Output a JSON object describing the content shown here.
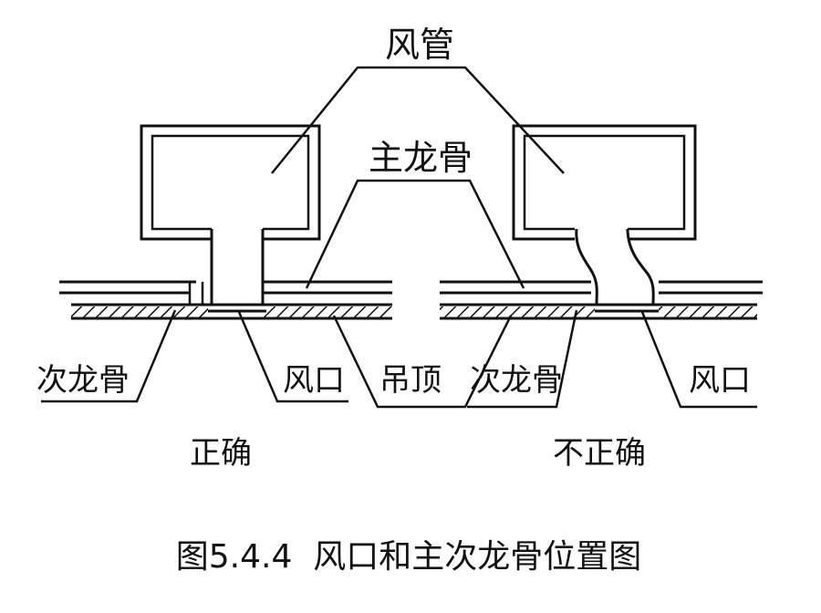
{
  "labels": {
    "duct": "风管",
    "main_keel": "主龙骨",
    "secondary_keel_left": "次龙骨",
    "air_outlet_left": "风口",
    "ceiling": "吊顶",
    "secondary_keel_right": "次龙骨",
    "air_outlet_right": "风口",
    "correct": "正确",
    "incorrect": "不正确"
  },
  "caption": "图5.4.4  风口和主次龙骨位置图",
  "colors": {
    "ink": "#111111",
    "background": "#ffffff"
  }
}
